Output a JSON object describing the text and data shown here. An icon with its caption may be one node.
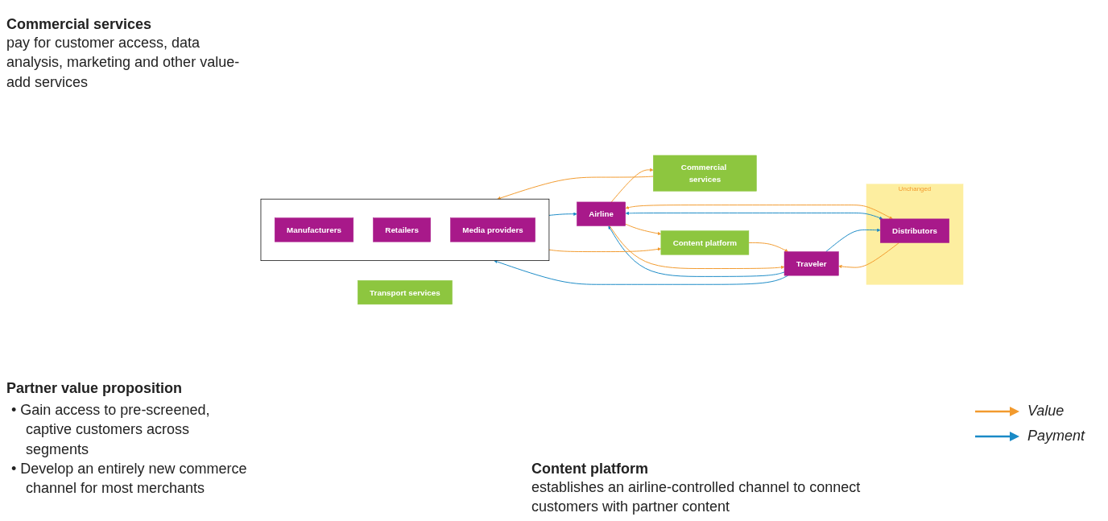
{
  "diagram": {
    "nodes": [
      {
        "text": [
          "Commercial services"
        ]
      },
      {
        "text": [
          "Airline"
        ]
      },
      {
        "text": [],
        "shape": "box"
      },
      {
        "text": [
          "Manufacturers"
        ],
        "in": 2
      },
      {
        "text": [
          "Retailers"
        ],
        "in": 2
      },
      {
        "text": [
          "Media providers"
        ],
        "in": 2
      },
      {
        "text": [
          "Content platform"
        ]
      },
      {
        "text": [
          "Transport services"
        ]
      },
      {
        "text": [
          "Unchanged"
        ]
      },
      {
        "text": [
          "Distributors"
        ],
        "in": 8
      },
      {
        "text": [
          "Traveler"
        ]
      }
    ],
    "edges": [
      {
        "from": 1,
        "to": 0,
        "arrow": "to"
      },
      {
        "from": 0,
        "to": 2,
        "arrow": "to"
      },
      {
        "from": 2,
        "to": 1,
        "arrow": "to",
        "color": "#1a8ac6"
      },
      {
        "from": 2,
        "to": 6,
        "arrow": "to"
      },
      {
        "from": 10,
        "to": 2,
        "arrow": "to",
        "color": "#1a8ac6"
      },
      {
        "from": 1,
        "to": 6,
        "arrow": "to"
      },
      {
        "from": 6,
        "to": 10,
        "arrow": "to"
      },
      {
        "from": 10,
        "to": 1,
        "arrow": "to",
        "color": "#1a8ac6"
      },
      {
        "from": 1,
        "to": 10,
        "arrow": "to"
      },
      {
        "from": 1,
        "to": 9,
        "arrow": "both"
      },
      {
        "from": 1,
        "to": 9,
        "arrow": "both",
        "color": "#1a8ac6"
      },
      {
        "from": 9,
        "to": 10,
        "arrow": "to"
      },
      {
        "from": 10,
        "to": 9,
        "arrow": "to",
        "color": "#1a8ac6"
      }
    ],
    "labels": [
      "Commercial services",
      "pay for customer access, data analysis, marketing and other value-add services",
      "Partner value proposition",
      "• Gain access to pre-screened, captive customers across segments",
      "• Develop an entirely new commerce channel for most merchants",
      "Content platform",
      "establishes an airline-controlled channel to connect customers with partner content"
    ],
    "legend": [
      {
        "text": "Value"
      },
      {
        "text": "Payment"
      }
    ]
  }
}
